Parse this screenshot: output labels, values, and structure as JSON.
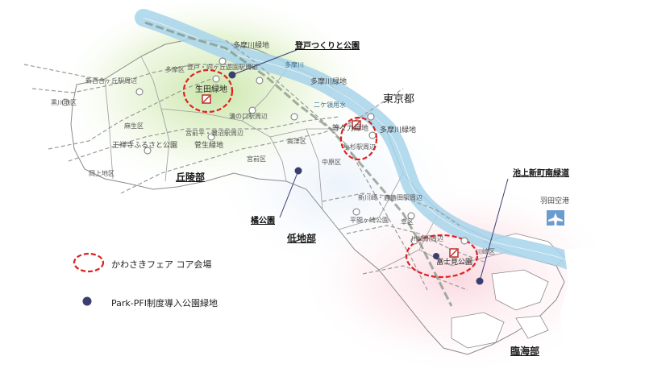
{
  "regions": {
    "hills": "丘陵部",
    "lowland": "低地部",
    "coast": "臨海部",
    "tokyo": "東京都"
  },
  "wards": {
    "tama": "多摩区",
    "asao": "麻生区",
    "miyamae": "宮前区",
    "takatsu": "高津区",
    "nakahara": "中原区",
    "saiwai": "幸区",
    "kawasaki": "川崎区"
  },
  "places": {
    "tamagawa_ryokuchi_1": "多摩川緑地",
    "tamagawa_ryokuchi_2": "多摩川緑地",
    "tamagawa_ryokuchi_3": "多摩川緑地",
    "tamagawa_river": "多摩川",
    "nikaryo": "二ケ領用水",
    "noborito_station": "登戸・向ヶ丘遊園駅周辺",
    "ikuta_ryokuchi": "生田緑地",
    "shinyuri": "新百合ヶ丘駅周辺",
    "kurokawa": "黒川地区",
    "mizonokuchi": "溝の口駅周辺",
    "miyamaedaira": "宮前平・鷺沼駅周辺",
    "sugao": "菅生緑地",
    "ozenji": "王禅寺ふるさと公園",
    "okagami": "岡上地区",
    "todoroki": "等々力緑地",
    "musashikosugi": "小杉駅周辺",
    "shinkawasaki": "新川崎・鹿島田駅周辺",
    "heimagasaki": "平間ヶ崎公園",
    "kawasaki_station": "川崎駅周辺",
    "fujimi": "富士見公園",
    "haneda": "羽田空港"
  },
  "parks": {
    "noborito_park": "登戸つくりと公園",
    "tachibana_park": "橘公園",
    "ikegami_green": "池上新町南緑道"
  },
  "legend": {
    "core_venue": "かわさきフェア コア会場",
    "park_pfi": "Park-PFI制度導入公園緑地"
  },
  "colors": {
    "river": "#9ecfe6",
    "core_ring": "#e02020",
    "park_dot": "#3a3f6e",
    "hills_glow": "#a6d36b",
    "coast_glow": "#f7b6c4",
    "rail": "#9a9a9a"
  }
}
